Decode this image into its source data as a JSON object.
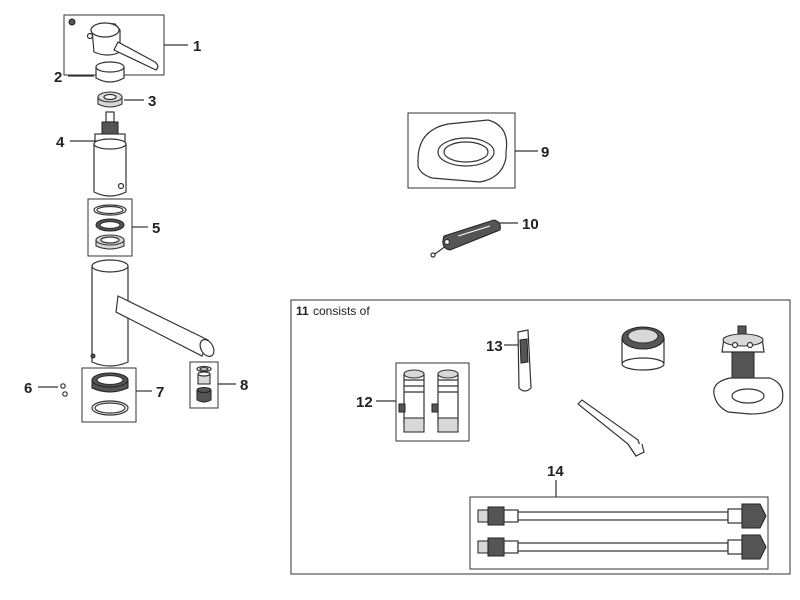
{
  "parts": [
    {
      "id": "part-1",
      "label": "1"
    },
    {
      "id": "part-2",
      "label": "2"
    },
    {
      "id": "part-3",
      "label": "3"
    },
    {
      "id": "part-4",
      "label": "4"
    },
    {
      "id": "part-5",
      "label": "5"
    },
    {
      "id": "part-6",
      "label": "6"
    },
    {
      "id": "part-7",
      "label": "7"
    },
    {
      "id": "part-8",
      "label": "8"
    },
    {
      "id": "part-9",
      "label": "9"
    },
    {
      "id": "part-10",
      "label": "10"
    },
    {
      "id": "part-12",
      "label": "12"
    },
    {
      "id": "part-13",
      "label": "13"
    },
    {
      "id": "part-14",
      "label": "14"
    }
  ],
  "kit": {
    "number": "11",
    "caption": "consists of"
  }
}
